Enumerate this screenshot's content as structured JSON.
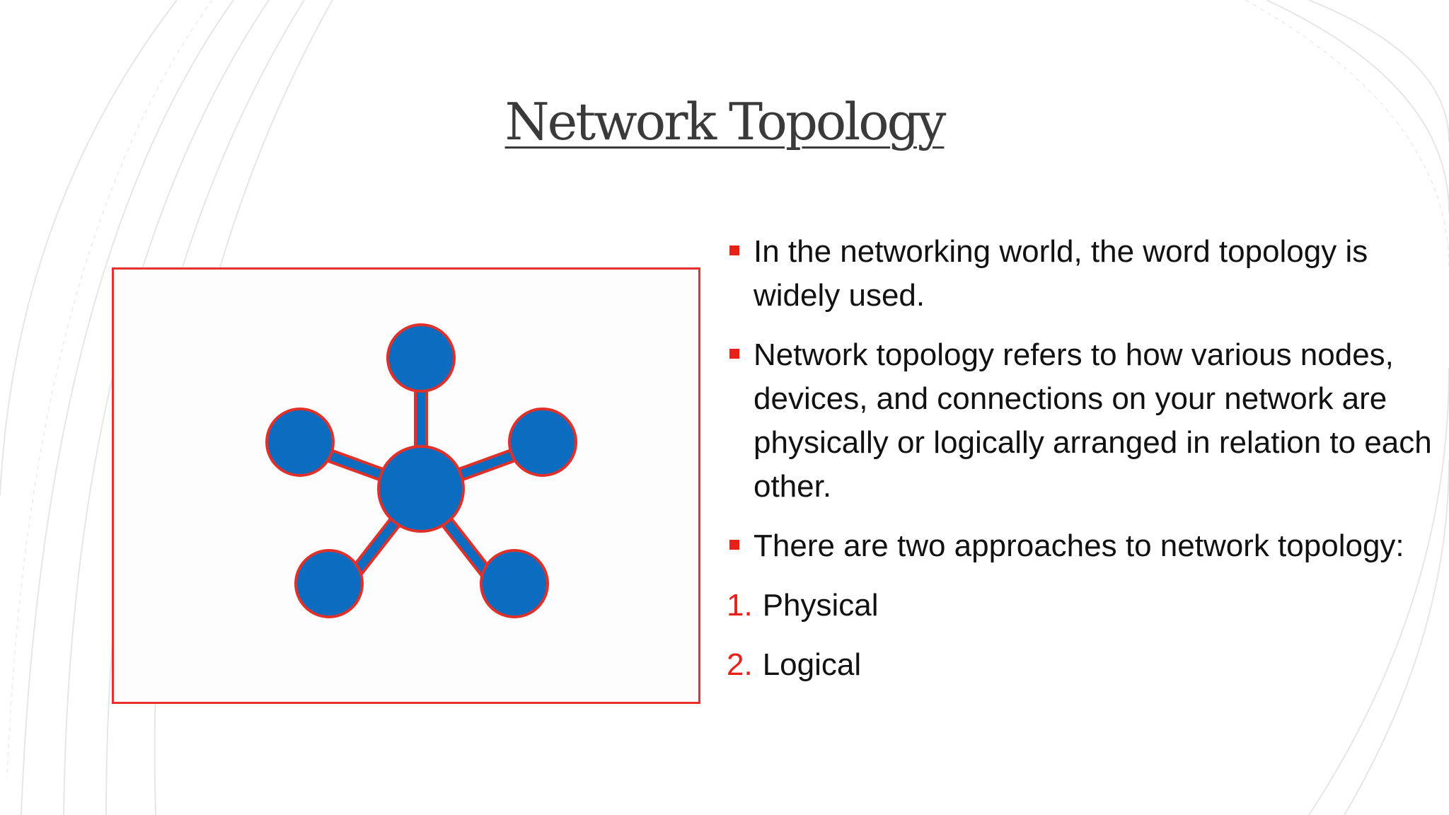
{
  "slide": {
    "title": "Network Topology",
    "colors": {
      "accent": "#e8201a",
      "node_fill": "#0b6cc0",
      "node_outline": "#e0302a",
      "frame_border": "#e8302c"
    },
    "image": {
      "icon": "star-network-topology-icon"
    },
    "bullets": [
      {
        "text": "In the networking world, the word topology is widely used."
      },
      {
        "text": "Network topology refers to how various nodes, devices, and connections on your network are physically or logically arranged in relation to each other."
      },
      {
        "text": "There are two approaches to network topology:"
      }
    ],
    "numbered": [
      {
        "number": "1.",
        "label": "Physical"
      },
      {
        "number": "2.",
        "label": "Logical"
      }
    ]
  }
}
